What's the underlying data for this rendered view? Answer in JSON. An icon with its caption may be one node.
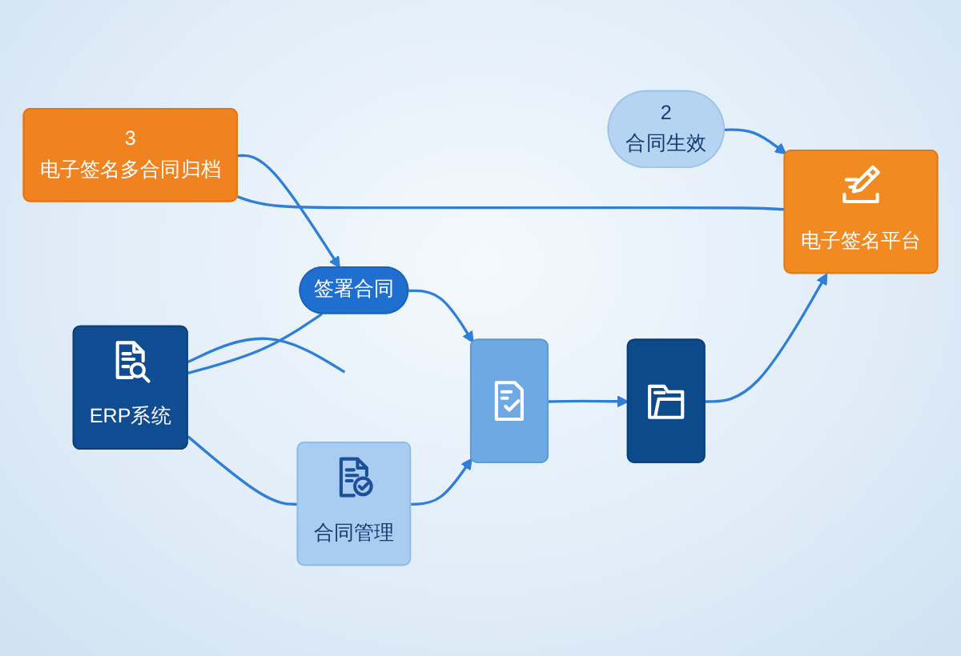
{
  "diagram": {
    "nodes": [
      {
        "text": [
          "3",
          "电子签名多合同归档"
        ]
      },
      {
        "text": [
          "ERP系统"
        ]
      },
      {
        "text": [
          "签署合同"
        ]
      },
      {
        "text": [
          "2",
          "合同生效"
        ]
      },
      {
        "text": [
          "电子签名平台"
        ]
      },
      {
        "text": [
          "合同管理"
        ]
      },
      {
        "text": [],
        "shape": "box"
      },
      {
        "text": [],
        "shape": "box"
      }
    ],
    "edges": [
      {
        "from": 1,
        "to": null,
        "arrow": "none"
      },
      {
        "from": 0,
        "to": 2,
        "arrow": "to"
      },
      {
        "from": 1,
        "to": 2,
        "arrow": "none"
      },
      {
        "from": 2,
        "to": 6,
        "arrow": "to"
      },
      {
        "from": 3,
        "to": 4,
        "arrow": "to"
      },
      {
        "from": 4,
        "to": 0,
        "arrow": "none"
      },
      {
        "from": 1,
        "to": 5,
        "arrow": "none"
      },
      {
        "from": 5,
        "to": 6,
        "arrow": "to"
      },
      {
        "from": 6,
        "to": 7,
        "arrow": "to"
      },
      {
        "from": 7,
        "to": 4,
        "arrow": "to"
      }
    ]
  }
}
